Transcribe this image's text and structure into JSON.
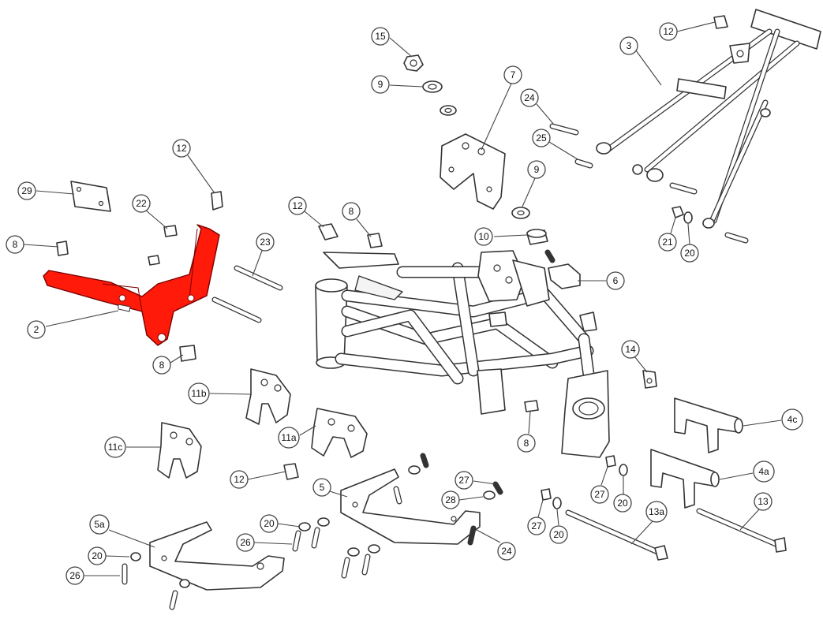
{
  "colors": {
    "highlight": "#ff1a0a",
    "line": "#333333",
    "background": "#ffffff"
  },
  "highlighted_part": "2",
  "callouts": {
    "c15": "15",
    "c9a": "9",
    "c7": "7",
    "c24a": "24",
    "c25": "25",
    "c9b": "9",
    "c12a": "12",
    "c3": "3",
    "c29": "29",
    "c22": "22",
    "c12b": "12",
    "c8a": "8",
    "c2": "2",
    "c8b": "8",
    "c12c": "12",
    "c8c": "8",
    "c23": "23",
    "c10": "10",
    "c6": "6",
    "c21": "21",
    "c20a": "20",
    "c14": "14",
    "c11b": "11b",
    "c11a": "11a",
    "c11c": "11c",
    "c8d": "8",
    "c4c": "4c",
    "c4a": "4a",
    "c12d": "12",
    "c5": "5",
    "c27a": "27",
    "c28": "28",
    "c5a": "5a",
    "c20b": "20",
    "c26a": "26",
    "c24b": "24",
    "c20c": "20",
    "c26b": "26",
    "c27b": "27",
    "c20d": "20",
    "c27c": "27",
    "c20e": "20",
    "c13a": "13a",
    "c13": "13"
  }
}
